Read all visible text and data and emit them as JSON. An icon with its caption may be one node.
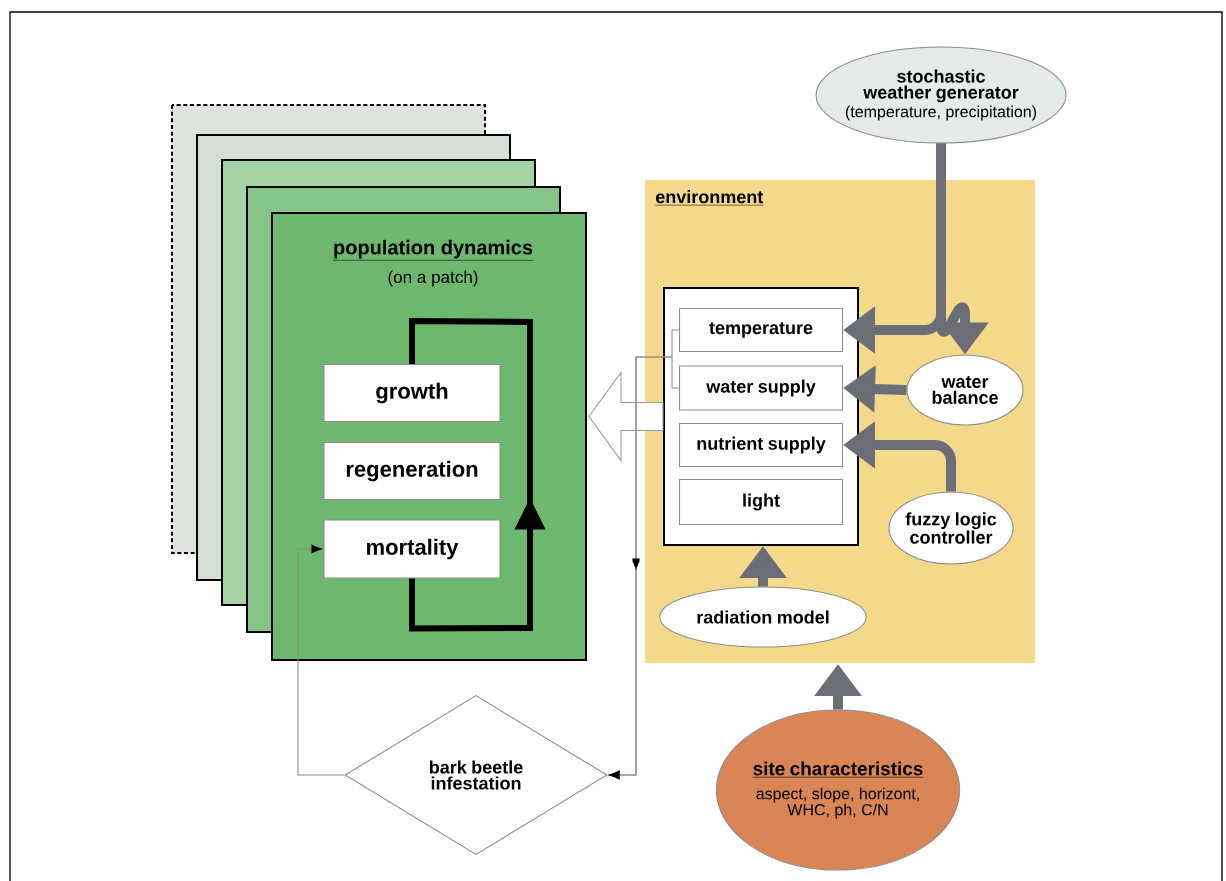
{
  "diagram": {
    "nodes": [
      {
        "text": [
          "population dynamics",
          "(on a patch)"
        ]
      },
      {
        "text": [
          "growth"
        ],
        "in": 0
      },
      {
        "text": [
          "regeneration"
        ],
        "in": 0
      },
      {
        "text": [
          "mortality"
        ],
        "in": 0
      },
      {
        "text": [
          "environment"
        ]
      },
      {
        "text": [],
        "shape": "box",
        "in": 4
      },
      {
        "text": [
          "temperature"
        ],
        "in": 5
      },
      {
        "text": [
          "water supply"
        ],
        "in": 5
      },
      {
        "text": [
          "nutrient supply"
        ],
        "in": 5
      },
      {
        "text": [
          "light"
        ],
        "in": 5
      },
      {
        "text": [
          "water balance"
        ],
        "in": 4
      },
      {
        "text": [
          "fuzzy logic controller"
        ],
        "in": 4
      },
      {
        "text": [
          "radiation model"
        ],
        "in": 4
      },
      {
        "text": [
          "stochastic weather generator",
          "(temperature, precipitation)"
        ]
      },
      {
        "text": [
          "site characteristics",
          "aspect, slope, horizont, WHC, ph, C/N"
        ]
      },
      {
        "text": [
          "bark beetle infestation"
        ]
      }
    ],
    "edges": [
      {
        "from": 13,
        "to": 6,
        "arrow": "to"
      },
      {
        "from": 13,
        "to": 10,
        "arrow": "to"
      },
      {
        "from": 10,
        "to": 7,
        "arrow": "to"
      },
      {
        "from": 11,
        "to": 8,
        "arrow": "to"
      },
      {
        "from": 12,
        "to": 5,
        "arrow": "to"
      },
      {
        "from": 14,
        "to": 4,
        "arrow": "to"
      },
      {
        "from": 5,
        "to": 0,
        "arrow": "to",
        "color": "#ffffff"
      },
      {
        "from": 6,
        "to": 15,
        "arrow": "to",
        "color": "#8c8c8c"
      },
      {
        "from": 7,
        "to": 15,
        "arrow": "to",
        "color": "#8c8c8c"
      },
      {
        "from": 15,
        "to": 3,
        "arrow": "to",
        "color": "#8c8c8c"
      },
      {
        "from": 3,
        "to": 1,
        "arrow": "to",
        "color": "#000000"
      }
    ]
  }
}
